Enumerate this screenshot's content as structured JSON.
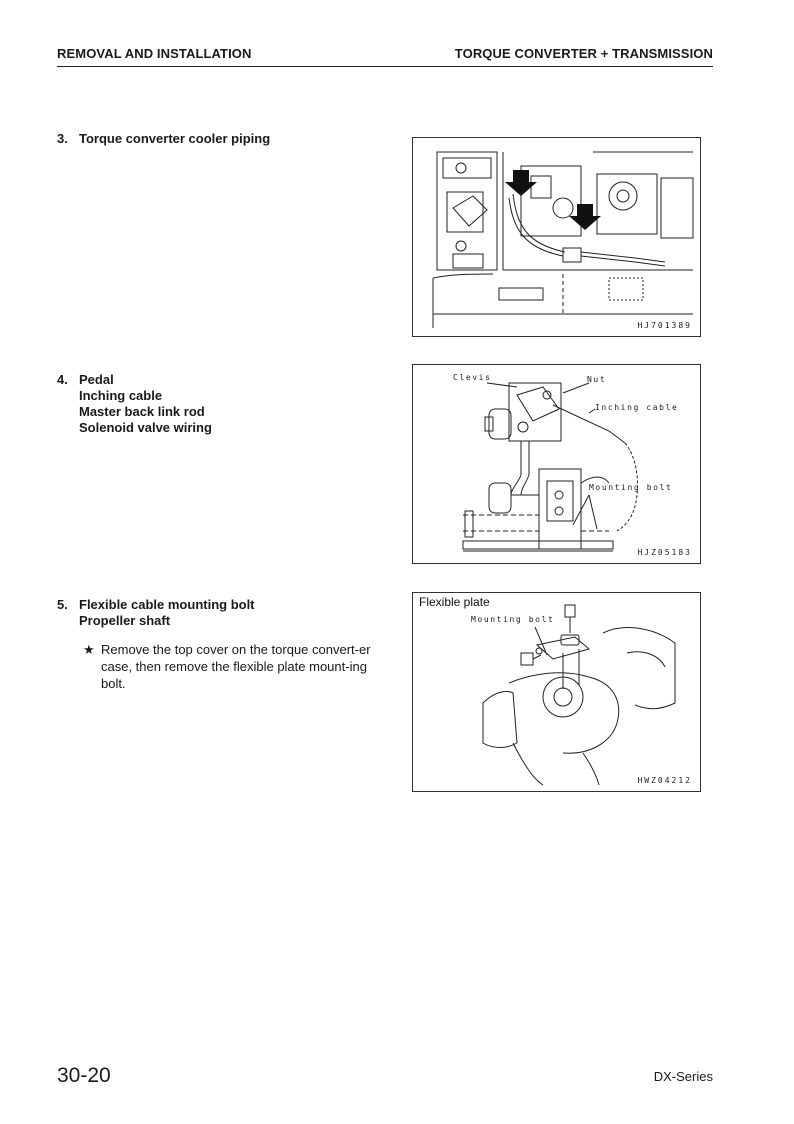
{
  "header": {
    "left": "REMOVAL AND INSTALLATION",
    "right": "TORQUE CONVERTER + TRANSMISSION"
  },
  "sections": [
    {
      "number": "3.",
      "titles": [
        "Torque converter cooler piping"
      ],
      "figure": {
        "code": "HJ701389"
      }
    },
    {
      "number": "4.",
      "titles": [
        "Pedal",
        "Inching cable",
        "Master back link rod",
        "Solenoid valve wiring"
      ],
      "figure": {
        "code": "HJZ05183",
        "labels": {
          "clevis": "Clevis",
          "nut": "Nut",
          "inching_cable": "Inching cable",
          "mounting_bolt": "Mounting bolt"
        }
      }
    },
    {
      "number": "5.",
      "titles": [
        "Flexible cable mounting bolt",
        "Propeller shaft"
      ],
      "note": {
        "symbol": "★",
        "text": "Remove the top cover on the torque convert-er case, then remove the flexible plate mount-ing bolt."
      },
      "figure": {
        "code": "HWZ04212",
        "caption": "Flexible plate",
        "labels": {
          "mounting_bolt": "Mounting bolt"
        }
      }
    }
  ],
  "footer": {
    "page_number": "30-20",
    "series": "DX-Series"
  }
}
